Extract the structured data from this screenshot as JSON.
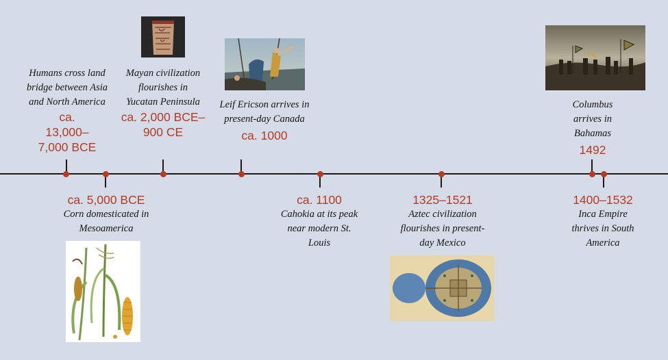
{
  "events": [
    {
      "description": "Humans cross land bridge between Asia and North America",
      "date": "ca. 13,000–7,000 BCE"
    },
    {
      "description": "Corn domesticated in Mesoamerica",
      "date": "ca. 5,000 BCE"
    },
    {
      "description": "Mayan civilization flourishes in Yucatan Peninsula",
      "date": "ca. 2,000 BCE–900 CE"
    },
    {
      "description": "Leif Ericson arrives in present-day Canada",
      "date": "ca. 1000"
    },
    {
      "description": "Cahokia at its peak near modern St. Louis",
      "date": "ca. 1100"
    },
    {
      "description": "Aztec civilization flourishes in present-day Mexico",
      "date": "1325–1521"
    },
    {
      "description": "Columbus arrives in Bahamas",
      "date": "1492"
    },
    {
      "description": "Inca Empire thrives in South America",
      "date": "1400–1532"
    }
  ],
  "colors": {
    "background": "#d5dbe7",
    "accent": "#b63b25",
    "line": "#1a1a1a"
  }
}
